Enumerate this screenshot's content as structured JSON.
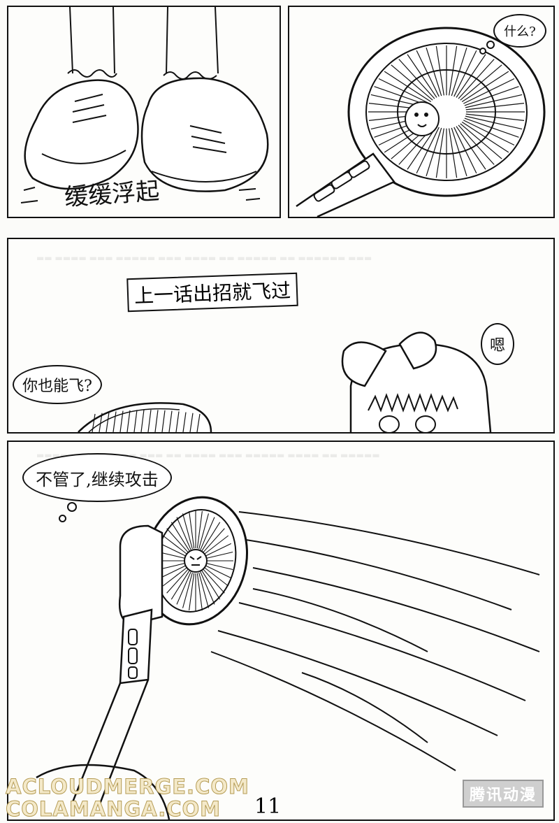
{
  "panels": {
    "p1": {
      "sfx": "缓缓浮起"
    },
    "p2": {
      "bubble": "什么?"
    },
    "p3": {
      "sign": "上一话出招就飞过",
      "bubble_left": "你也能飞?",
      "bubble_right": "嗯"
    },
    "p4": {
      "bubble": "不管了,继续攻击"
    }
  },
  "page_number": "11",
  "watermarks": {
    "line1": "ACLOUDMERGE.COM",
    "line2": "COLAMANGA.COM",
    "badge": "腾讯动漫"
  }
}
